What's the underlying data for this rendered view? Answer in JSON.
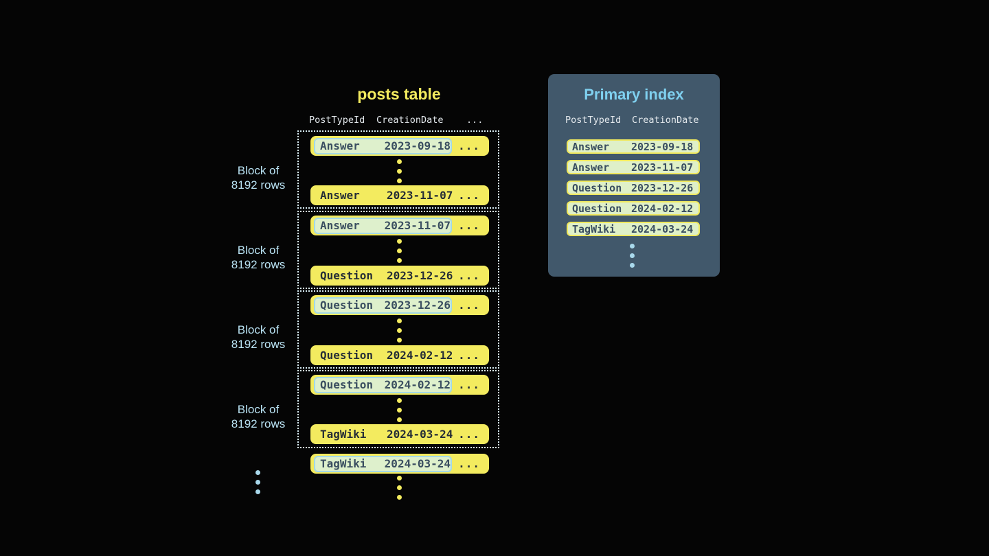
{
  "colors": {
    "bg": "#050505",
    "row_yellow": "#f3eb5f",
    "row_text_dark": "#262e36",
    "cell_bg": "#def0cc",
    "cell_border": "#a3d9e9",
    "cell_text": "#3a4e60",
    "index_row_bg": "#dff0c8",
    "index_row_border": "#f0e95e",
    "panel_bg": "#41586b",
    "title_yellow": "#f3eb5f",
    "title_blue": "#7fd0ef",
    "label_blue": "#b9e2f3",
    "header_text": "#e3e8ec",
    "dotted": "#d9eef6",
    "dot_blue": "#a9d9ec"
  },
  "posts_table": {
    "title": "posts table",
    "headers": {
      "col1": "PostTypeId",
      "col2": "CreationDate"
    },
    "ellipsis": "...",
    "block_label_line1": "Block of",
    "block_label_line2": "8192 rows",
    "blocks": [
      {
        "first": {
          "type": "Answer",
          "date": "2023-09-18"
        },
        "last": {
          "type": "Answer",
          "date": "2023-11-07"
        }
      },
      {
        "first": {
          "type": "Answer",
          "date": "2023-11-07"
        },
        "last": {
          "type": "Question",
          "date": "2023-12-26"
        }
      },
      {
        "first": {
          "type": "Question",
          "date": "2023-12-26"
        },
        "last": {
          "type": "Question",
          "date": "2024-02-12"
        }
      },
      {
        "first": {
          "type": "Question",
          "date": "2024-02-12"
        },
        "last": {
          "type": "TagWiki",
          "date": "2024-03-24"
        }
      }
    ],
    "overflow_row": {
      "type": "TagWiki",
      "date": "2024-03-24"
    }
  },
  "primary_index": {
    "title": "Primary index",
    "headers": {
      "col1": "PostTypeId",
      "col2": "CreationDate"
    },
    "rows": [
      {
        "type": "Answer",
        "date": "2023-09-18"
      },
      {
        "type": "Answer",
        "date": "2023-11-07"
      },
      {
        "type": "Question",
        "date": "2023-12-26"
      },
      {
        "type": "Question",
        "date": "2024-02-12"
      },
      {
        "type": "TagWiki",
        "date": "2024-03-24"
      }
    ]
  }
}
